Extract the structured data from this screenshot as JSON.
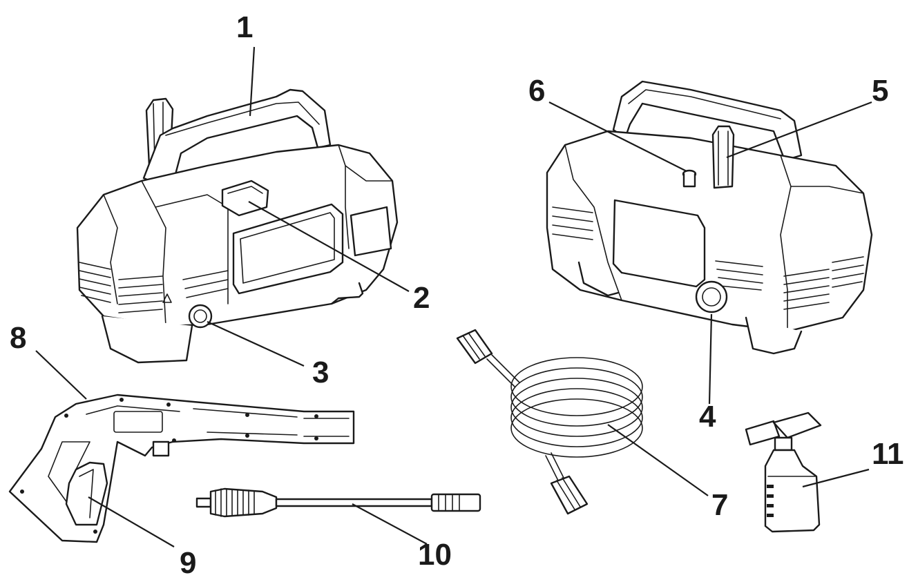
{
  "callouts": [
    {
      "id": "1",
      "label": "1"
    },
    {
      "id": "2",
      "label": "2"
    },
    {
      "id": "3",
      "label": "3"
    },
    {
      "id": "4",
      "label": "4"
    },
    {
      "id": "5",
      "label": "5"
    },
    {
      "id": "6",
      "label": "6"
    },
    {
      "id": "7",
      "label": "7"
    },
    {
      "id": "8",
      "label": "8"
    },
    {
      "id": "9",
      "label": "9"
    },
    {
      "id": "10",
      "label": "10"
    },
    {
      "id": "11",
      "label": "11"
    }
  ],
  "line_color": "#1a1a1a",
  "background": "#ffffff"
}
